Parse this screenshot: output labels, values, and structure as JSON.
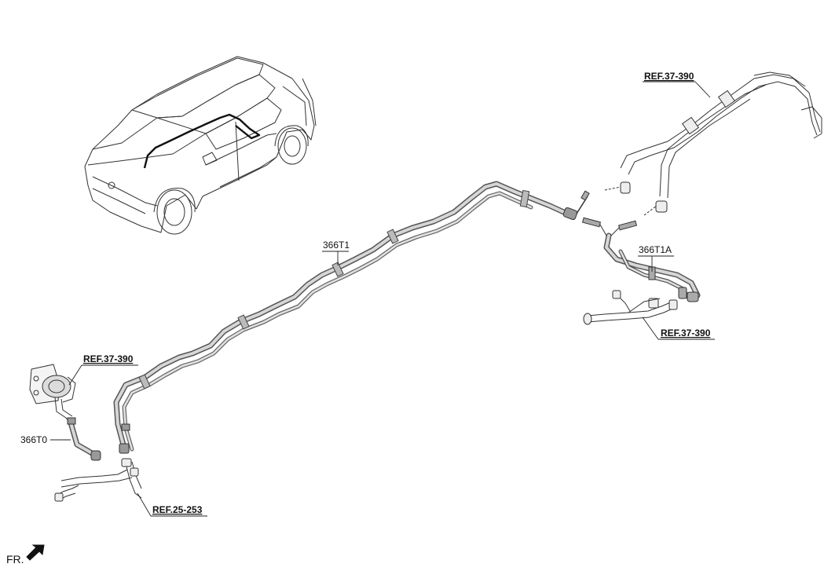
{
  "labels": {
    "ref_top_right": "REF.37-390",
    "part_366T1": "366T1",
    "part_366T1A": "366T1A",
    "ref_mid_right": "REF.37-390",
    "ref_left": "REF.37-390",
    "part_366T0": "366T0",
    "ref_bottom": "REF.25-253",
    "front_indicator": "FR."
  },
  "colors": {
    "line": "#333333",
    "hose_fill": "#c9c9c9",
    "hose_outline": "#555555",
    "harness": "#111111"
  },
  "icons": {
    "front_arrow": "arrow-left-down-icon",
    "vehicle": "suv-outline-icon"
  }
}
